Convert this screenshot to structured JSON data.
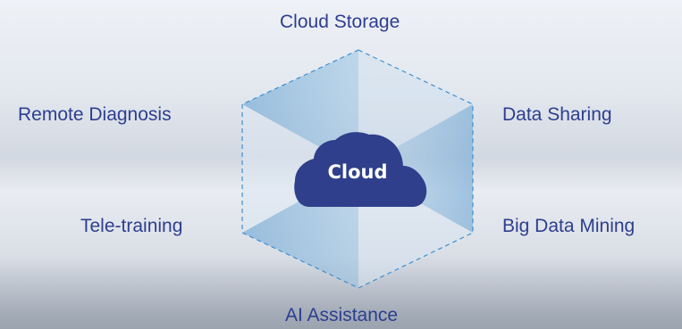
{
  "center": {
    "label": "Cloud",
    "icon": "cloud-icon"
  },
  "nodes": {
    "top": "Cloud Storage",
    "upper_left": "Remote Diagnosis",
    "upper_right": "Data Sharing",
    "lower_left": "Tele-training",
    "lower_right": "Big Data Mining",
    "bottom": "AI Assistance"
  },
  "colors": {
    "label_text": "#2d3e8f",
    "cloud_fill": "#2f3f8b",
    "hexagon_outline": "#3d8fd1",
    "hexagon_face": "#7fb0d8"
  }
}
